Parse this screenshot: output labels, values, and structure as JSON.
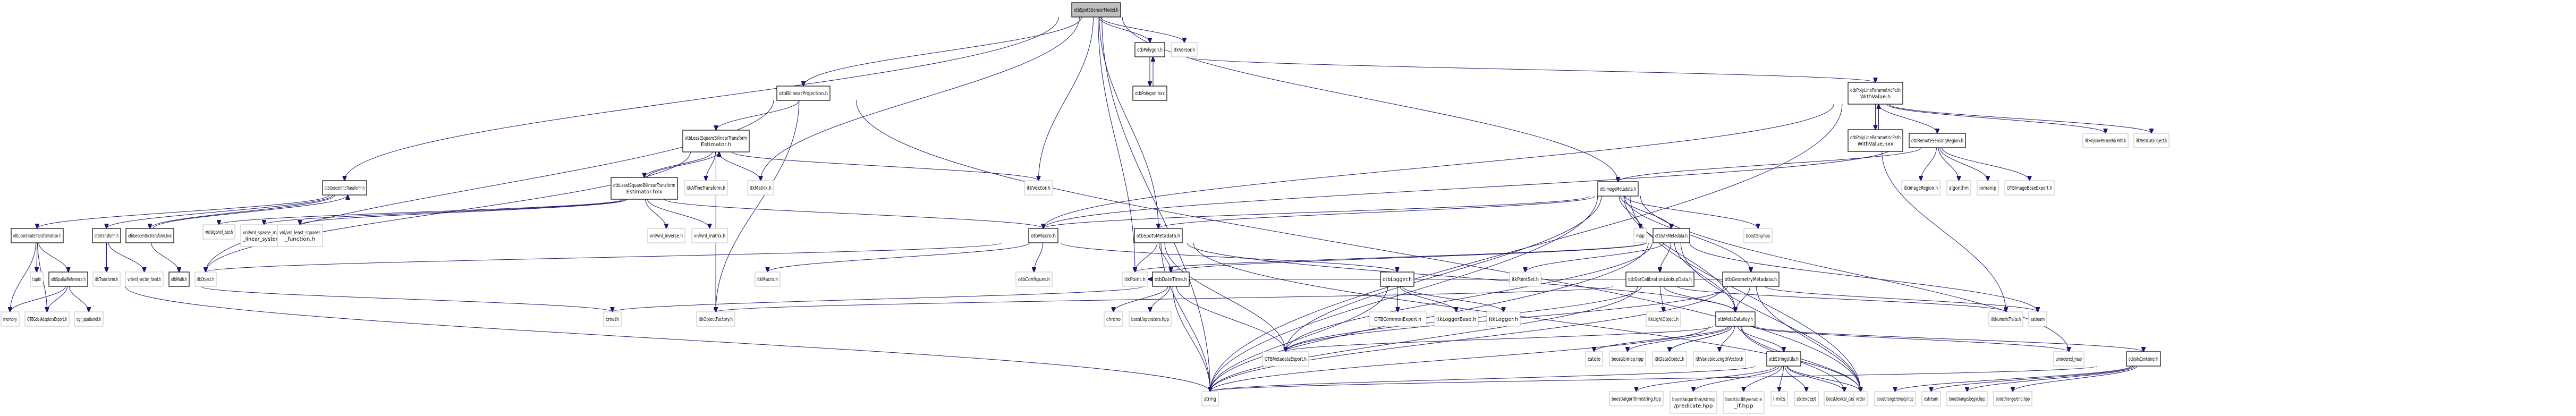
{
  "title": "otbSpot5SensorModel.h include dependency graph",
  "colors": {
    "edge": "#191970",
    "root_fill": "#bfbfbf",
    "documented_border": "#000000",
    "external_border": "#bfbfbf",
    "node_fill": "#ffffff"
  },
  "nodes": [
    {
      "id": "root",
      "label": [
        "otbSpot5SensorModel.h"
      ],
      "kind": "root"
    },
    {
      "id": "polygon_h",
      "label": [
        "otbPolygon.h"
      ],
      "kind": "doc"
    },
    {
      "id": "itkVersor",
      "label": [
        "itkVersor.h"
      ],
      "kind": "ext"
    },
    {
      "id": "polygon_hxx",
      "label": [
        "otbPolygon.hxx"
      ],
      "kind": "doc"
    },
    {
      "id": "bilinearProj",
      "label": [
        "otbBilinearProjection.h"
      ],
      "kind": "doc"
    },
    {
      "id": "polyPathH",
      "label": [
        "otbPolyLineParametricPath",
        "WithValue.h"
      ],
      "kind": "doc"
    },
    {
      "id": "polyPathHxx",
      "label": [
        "otbPolyLineParametricPath",
        "WithValue.hxx"
      ],
      "kind": "doc"
    },
    {
      "id": "remoteRegion",
      "label": [
        "otbRemoteSensingRegion.h"
      ],
      "kind": "doc"
    },
    {
      "id": "itkPolyPath",
      "label": [
        "itkPolyLineParametricPath.h"
      ],
      "kind": "ext"
    },
    {
      "id": "itkMetaDataObject",
      "label": [
        "itkMetaDataObject.h"
      ],
      "kind": "ext"
    },
    {
      "id": "geoTransformH",
      "label": [
        "otbGeocentricTransform.h"
      ],
      "kind": "doc"
    },
    {
      "id": "lsqEstH",
      "label": [
        "otbLeastSquareBilinearTransform",
        "Estimator.h"
      ],
      "kind": "doc"
    },
    {
      "id": "lsqEstHxx",
      "label": [
        "otbLeastSquareBilinearTransform",
        "Estimator.hxx"
      ],
      "kind": "doc"
    },
    {
      "id": "itkAffine",
      "label": [
        "itkAffineTransform.h"
      ],
      "kind": "ext"
    },
    {
      "id": "itkMatrix",
      "label": [
        "itkMatrix.h"
      ],
      "kind": "ext"
    },
    {
      "id": "itkVector",
      "label": [
        "itkVector.h"
      ],
      "kind": "ext"
    },
    {
      "id": "imageMeta",
      "label": [
        "otbImageMetadata.h"
      ],
      "kind": "doc"
    },
    {
      "id": "itkImageRegion",
      "label": [
        "itkImageRegion.h"
      ],
      "kind": "ext"
    },
    {
      "id": "algorithm",
      "label": [
        "algorithm"
      ],
      "kind": "ext"
    },
    {
      "id": "iomanip",
      "label": [
        "iomanip"
      ],
      "kind": "ext"
    },
    {
      "id": "otbImageBaseExport",
      "label": [
        "OTBImageBaseExport.h"
      ],
      "kind": "ext"
    },
    {
      "id": "coordTrans",
      "label": [
        "otbCoordinateTransformation.h"
      ],
      "kind": "doc"
    },
    {
      "id": "otbTransform",
      "label": [
        "otbTransform.h"
      ],
      "kind": "doc"
    },
    {
      "id": "geoTransformHxx",
      "label": [
        "otbGeocentricTransform.hxx"
      ],
      "kind": "doc"
    },
    {
      "id": "vnlLsqr",
      "label": [
        "vnl/algo/vnl_lsqr.h"
      ],
      "kind": "ext"
    },
    {
      "id": "vnlSparse",
      "label": [
        "vnl/vnl_sparse_matrix",
        "_linear_system.h"
      ],
      "kind": "ext"
    },
    {
      "id": "vnlLeastSq",
      "label": [
        "vnl/vnl_least_squares",
        "_function.h"
      ],
      "kind": "ext"
    },
    {
      "id": "vnlInverse",
      "label": [
        "vnl/vnl_inverse.h"
      ],
      "kind": "ext"
    },
    {
      "id": "vnlMatrix",
      "label": [
        "vnl/vnl_matrix.h"
      ],
      "kind": "ext"
    },
    {
      "id": "otbMacro",
      "label": [
        "otbMacro.h"
      ],
      "kind": "doc"
    },
    {
      "id": "spot5Meta",
      "label": [
        "otbSpot5Metadata.h"
      ],
      "kind": "doc"
    },
    {
      "id": "map",
      "label": [
        "map"
      ],
      "kind": "ext"
    },
    {
      "id": "sarMeta",
      "label": [
        "otbSARMetadata.h"
      ],
      "kind": "doc"
    },
    {
      "id": "boostAny",
      "label": [
        "boost/any.hpp"
      ],
      "kind": "ext"
    },
    {
      "id": "tuple",
      "label": [
        "tuple"
      ],
      "kind": "ext"
    },
    {
      "id": "spatialRef",
      "label": [
        "otbSpatialReference.h"
      ],
      "kind": "doc"
    },
    {
      "id": "itkTransform",
      "label": [
        "itkTransform.h"
      ],
      "kind": "ext"
    },
    {
      "id": "vnlVecFixed",
      "label": [
        "vnl/vnl_vector_fixed.h"
      ],
      "kind": "ext"
    },
    {
      "id": "otbMath",
      "label": [
        "otbMath.h"
      ],
      "kind": "doc"
    },
    {
      "id": "itkObject",
      "label": [
        "itkObject.h"
      ],
      "kind": "ext"
    },
    {
      "id": "itkMacro",
      "label": [
        "itkMacro.h"
      ],
      "kind": "ext"
    },
    {
      "id": "otbConfigure",
      "label": [
        "otbConfigure.h"
      ],
      "kind": "ext"
    },
    {
      "id": "itkPoint",
      "label": [
        "itkPoint.h"
      ],
      "kind": "ext"
    },
    {
      "id": "dateTime",
      "label": [
        "otbDateTime.h"
      ],
      "kind": "doc"
    },
    {
      "id": "logger",
      "label": [
        "otbLogger.h"
      ],
      "kind": "doc"
    },
    {
      "id": "itkPointSet",
      "label": [
        "itkPointSet.h"
      ],
      "kind": "ext"
    },
    {
      "id": "sarCalib",
      "label": [
        "otbSarCalibrationLookupData.h"
      ],
      "kind": "doc"
    },
    {
      "id": "geomMeta",
      "label": [
        "otbGeometryMetadata.h"
      ],
      "kind": "doc"
    },
    {
      "id": "memory",
      "label": [
        "memory"
      ],
      "kind": "ext"
    },
    {
      "id": "gdalExport",
      "label": [
        "OTBGdalAdaptersExport.h"
      ],
      "kind": "ext"
    },
    {
      "id": "ogrSpatial",
      "label": [
        "ogr_spatialref.h"
      ],
      "kind": "ext"
    },
    {
      "id": "cmath",
      "label": [
        "cmath"
      ],
      "kind": "ext"
    },
    {
      "id": "itkObjFactory",
      "label": [
        "itkObjectFactory.h"
      ],
      "kind": "ext"
    },
    {
      "id": "chrono",
      "label": [
        "chrono"
      ],
      "kind": "ext"
    },
    {
      "id": "boostOps",
      "label": [
        "boost/operators.hpp"
      ],
      "kind": "ext"
    },
    {
      "id": "commonExport",
      "label": [
        "OTBCommonExport.h"
      ],
      "kind": "ext"
    },
    {
      "id": "itkLoggerBase",
      "label": [
        "itkLoggerBase.h"
      ],
      "kind": "ext"
    },
    {
      "id": "itkLogger",
      "label": [
        "itkLogger.h"
      ],
      "kind": "ext"
    },
    {
      "id": "itkLightObject",
      "label": [
        "itkLightObject.h"
      ],
      "kind": "ext"
    },
    {
      "id": "metaDataKey",
      "label": [
        "otbMetaDataKey.h"
      ],
      "kind": "doc"
    },
    {
      "id": "itkNumTraits",
      "label": [
        "itkNumericTraits.h"
      ],
      "kind": "ext"
    },
    {
      "id": "sstream",
      "label": [
        "sstream"
      ],
      "kind": "ext"
    },
    {
      "id": "metaExport",
      "label": [
        "OTBMetadataExport.h"
      ],
      "kind": "ext"
    },
    {
      "id": "cstdio",
      "label": [
        "cstdio"
      ],
      "kind": "ext"
    },
    {
      "id": "boostBimap",
      "label": [
        "boost/bimap.hpp"
      ],
      "kind": "ext"
    },
    {
      "id": "itkDataObject",
      "label": [
        "itkDataObject.h"
      ],
      "kind": "ext"
    },
    {
      "id": "itkVarLenVec",
      "label": [
        "itkVariableLengthVector.h"
      ],
      "kind": "ext"
    },
    {
      "id": "stringUtils",
      "label": [
        "otbStringUtils.h"
      ],
      "kind": "doc"
    },
    {
      "id": "unorderedMap",
      "label": [
        "unordered_map"
      ],
      "kind": "ext"
    },
    {
      "id": "joinContainer",
      "label": [
        "otbJoinContainer.h"
      ],
      "kind": "doc"
    },
    {
      "id": "string",
      "label": [
        "string"
      ],
      "kind": "ext"
    },
    {
      "id": "boostAlgStr",
      "label": [
        "boost/algorithm/string.hpp"
      ],
      "kind": "ext"
    },
    {
      "id": "boostAlgPred",
      "label": [
        "boost/algorithm/string",
        "/predicate.hpp"
      ],
      "kind": "ext"
    },
    {
      "id": "boostEnableIf",
      "label": [
        "boost/utility/enable",
        "_if.hpp"
      ],
      "kind": "ext"
    },
    {
      "id": "limits",
      "label": [
        "limits"
      ],
      "kind": "ext"
    },
    {
      "id": "stdexcept",
      "label": [
        "stdexcept"
      ],
      "kind": "ext"
    },
    {
      "id": "boostLexCast",
      "label": [
        "boost/lexical_cast.hpp"
      ],
      "kind": "ext"
    },
    {
      "id": "vector",
      "label": [
        "vector"
      ],
      "kind": "ext"
    },
    {
      "id": "boostRangeEmpty",
      "label": [
        "boost/range/empty.hpp"
      ],
      "kind": "ext"
    },
    {
      "id": "ostream",
      "label": [
        "ostream"
      ],
      "kind": "ext"
    },
    {
      "id": "boostRangeBegin",
      "label": [
        "boost/range/begin.hpp"
      ],
      "kind": "ext"
    },
    {
      "id": "boostRangeEnd",
      "label": [
        "boost/range/end.hpp"
      ],
      "kind": "ext"
    }
  ],
  "edges": [
    [
      "root",
      "polygon_h"
    ],
    [
      "root",
      "itkVersor"
    ],
    [
      "root",
      "bilinearProj"
    ],
    [
      "root",
      "geoTransformH"
    ],
    [
      "root",
      "itkMatrix"
    ],
    [
      "root",
      "itkVector"
    ],
    [
      "root",
      "itkPoint"
    ],
    [
      "root",
      "spot5Meta"
    ],
    [
      "root",
      "imageMeta"
    ],
    [
      "root",
      "string"
    ],
    [
      "polygon_h",
      "polygon_hxx"
    ],
    [
      "polygon_hxx",
      "polygon_h"
    ],
    [
      "polygon_h",
      "polyPathH"
    ],
    [
      "polyPathH",
      "polyPathHxx"
    ],
    [
      "polyPathHxx",
      "polyPathH"
    ],
    [
      "polyPathH",
      "remoteRegion"
    ],
    [
      "polyPathH",
      "itkPolyPath"
    ],
    [
      "polyPathH",
      "itkMetaDataObject"
    ],
    [
      "polyPathH",
      "otbMacro"
    ],
    [
      "polyPathH",
      "string"
    ],
    [
      "polyPathHxx",
      "itkNumTraits"
    ],
    [
      "remoteRegion",
      "itkImageRegion"
    ],
    [
      "remoteRegion",
      "algorithm"
    ],
    [
      "remoteRegion",
      "iomanip"
    ],
    [
      "remoteRegion",
      "otbImageBaseExport"
    ],
    [
      "remoteRegion",
      "imageMeta"
    ],
    [
      "remoteRegion",
      "otbMacro"
    ],
    [
      "bilinearProj",
      "lsqEstH"
    ],
    [
      "bilinearProj",
      "itkObject"
    ],
    [
      "bilinearProj",
      "itkObjFactory"
    ],
    [
      "bilinearProj",
      "vector"
    ],
    [
      "lsqEstH",
      "lsqEstHxx"
    ],
    [
      "lsqEstHxx",
      "lsqEstH"
    ],
    [
      "lsqEstH",
      "itkAffine"
    ],
    [
      "lsqEstH",
      "itkMatrix"
    ],
    [
      "lsqEstH",
      "itkVector"
    ],
    [
      "lsqEstH",
      "itkObject"
    ],
    [
      "lsqEstH",
      "itkObjFactory"
    ],
    [
      "lsqEstHxx",
      "vnlLsqr"
    ],
    [
      "lsqEstHxx",
      "vnlSparse"
    ],
    [
      "lsqEstHxx",
      "vnlLeastSq"
    ],
    [
      "lsqEstHxx",
      "vnlInverse"
    ],
    [
      "lsqEstHxx",
      "vnlMatrix"
    ],
    [
      "lsqEstHxx",
      "otbMacro"
    ],
    [
      "geoTransformH",
      "coordTrans"
    ],
    [
      "geoTransformH",
      "otbTransform"
    ],
    [
      "geoTransformH",
      "geoTransformHxx"
    ],
    [
      "geoTransformHxx",
      "geoTransformH"
    ],
    [
      "geoTransformHxx",
      "otbMath"
    ],
    [
      "coordTrans",
      "memory"
    ],
    [
      "coordTrans",
      "gdalExport"
    ],
    [
      "coordTrans",
      "tuple"
    ],
    [
      "coordTrans",
      "spatialRef"
    ],
    [
      "spatialRef",
      "memory"
    ],
    [
      "spatialRef",
      "gdalExport"
    ],
    [
      "spatialRef",
      "ogrSpatial"
    ],
    [
      "spatialRef",
      "string"
    ],
    [
      "otbTransform",
      "itkTransform"
    ],
    [
      "otbTransform",
      "vnlVecFixed"
    ],
    [
      "otbMath",
      "cmath"
    ],
    [
      "otbMacro",
      "itkMacro"
    ],
    [
      "otbMacro",
      "otbConfigure"
    ],
    [
      "otbMacro",
      "itkObject"
    ],
    [
      "otbMacro",
      "logger"
    ],
    [
      "spot5Meta",
      "itkPoint"
    ],
    [
      "spot5Meta",
      "dateTime"
    ],
    [
      "spot5Meta",
      "metaExport"
    ],
    [
      "spot5Meta",
      "string"
    ],
    [
      "spot5Meta",
      "vector"
    ],
    [
      "spot5Meta",
      "metaDataKey"
    ],
    [
      "dateTime",
      "chrono"
    ],
    [
      "dateTime",
      "boostOps"
    ],
    [
      "dateTime",
      "metaExport"
    ],
    [
      "dateTime",
      "string"
    ],
    [
      "dateTime",
      "cmath"
    ],
    [
      "logger",
      "commonExport"
    ],
    [
      "logger",
      "itkLoggerBase"
    ],
    [
      "logger",
      "itkLogger"
    ],
    [
      "logger",
      "string"
    ],
    [
      "imageMeta",
      "map"
    ],
    [
      "imageMeta",
      "sarMeta"
    ],
    [
      "imageMeta",
      "boostAny"
    ],
    [
      "imageMeta",
      "geomMeta"
    ],
    [
      "imageMeta",
      "metaDataKey"
    ],
    [
      "imageMeta",
      "vector"
    ],
    [
      "imageMeta",
      "string"
    ],
    [
      "imageMeta",
      "metaExport"
    ],
    [
      "imageMeta",
      "otbMacro"
    ],
    [
      "imageMeta",
      "unorderedMap"
    ],
    [
      "imageMeta",
      "spot5Meta"
    ],
    [
      "sarMeta",
      "itkPointSet"
    ],
    [
      "sarMeta",
      "sarCalib"
    ],
    [
      "sarMeta",
      "itkPoint"
    ],
    [
      "sarMeta",
      "dateTime"
    ],
    [
      "sarMeta",
      "metaDataKey"
    ],
    [
      "sarMeta",
      "string"
    ],
    [
      "sarMeta",
      "vector"
    ],
    [
      "sarMeta",
      "metaExport"
    ],
    [
      "sarMeta",
      "sstream"
    ],
    [
      "sarCalib",
      "itkLightObject"
    ],
    [
      "sarCalib",
      "metaDataKey"
    ],
    [
      "sarCalib",
      "itkObjFactory"
    ],
    [
      "sarCalib",
      "metaExport"
    ],
    [
      "sarCalib",
      "string"
    ],
    [
      "sarCalib",
      "itkNumTraits"
    ],
    [
      "geomMeta",
      "metaDataKey"
    ],
    [
      "geomMeta",
      "string"
    ],
    [
      "geomMeta",
      "metaExport"
    ],
    [
      "geomMeta",
      "vector"
    ],
    [
      "geomMeta",
      "itkPoint"
    ],
    [
      "geomMeta",
      "sstream"
    ],
    [
      "metaDataKey",
      "cstdio"
    ],
    [
      "metaDataKey",
      "boostBimap"
    ],
    [
      "metaDataKey",
      "itkDataObject"
    ],
    [
      "metaDataKey",
      "itkVarLenVec"
    ],
    [
      "metaDataKey",
      "stringUtils"
    ],
    [
      "metaDataKey",
      "unorderedMap"
    ],
    [
      "metaDataKey",
      "joinContainer"
    ],
    [
      "metaDataKey",
      "metaExport"
    ],
    [
      "metaDataKey",
      "string"
    ],
    [
      "metaDataKey",
      "vector"
    ],
    [
      "metaDataKey",
      "boostLexCast"
    ],
    [
      "metaDataKey",
      "itkDataObject"
    ],
    [
      "stringUtils",
      "boostAlgStr"
    ],
    [
      "stringUtils",
      "boostAlgPred"
    ],
    [
      "stringUtils",
      "boostEnableIf"
    ],
    [
      "stringUtils",
      "limits"
    ],
    [
      "stringUtils",
      "stdexcept"
    ],
    [
      "stringUtils",
      "boostLexCast"
    ],
    [
      "stringUtils",
      "vector"
    ],
    [
      "stringUtils",
      "string"
    ],
    [
      "joinContainer",
      "boostRangeEmpty"
    ],
    [
      "joinContainer",
      "ostream"
    ],
    [
      "joinContainer",
      "boostRangeBegin"
    ],
    [
      "joinContainer",
      "boostRangeEnd"
    ],
    [
      "joinContainer",
      "string"
    ]
  ]
}
